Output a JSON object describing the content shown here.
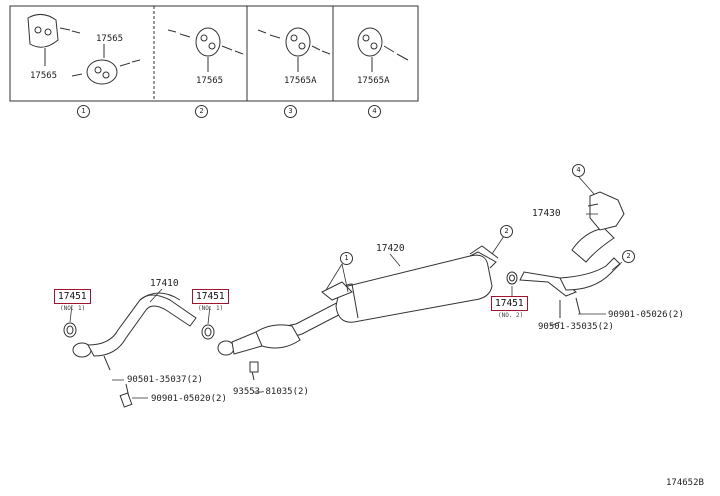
{
  "legend_boxes": [
    {
      "index": "1",
      "parts": [
        "17565",
        "17565"
      ]
    },
    {
      "index": "2",
      "parts": [
        "17565"
      ]
    },
    {
      "index": "3",
      "parts": [
        "17565A"
      ]
    },
    {
      "index": "4",
      "parts": [
        "17565A"
      ]
    }
  ],
  "main_parts": {
    "converter_front": "17430",
    "muffler": "17420",
    "front_pipe": "17410"
  },
  "gaskets": [
    {
      "part": "17451",
      "note": "(NO. 1)"
    },
    {
      "part": "17451",
      "note": "(NO. 1)"
    },
    {
      "part": "17451",
      "note": "(NO. 2)"
    }
  ],
  "fasteners": {
    "bolt_left_a": "90501-35037(2)",
    "bolt_left_b": "90901-05020(2)",
    "nut_mid": "93553-81035(2)",
    "bolt_right_a": "90901-05026(2)",
    "bolt_right_b": "90501-35035(2)"
  },
  "callouts": {
    "muffler_hanger": "1",
    "converter_hanger_top": "4",
    "converter_hanger_side": "2",
    "muffler_rear_hanger": "2"
  },
  "diagram_id": "174652B"
}
